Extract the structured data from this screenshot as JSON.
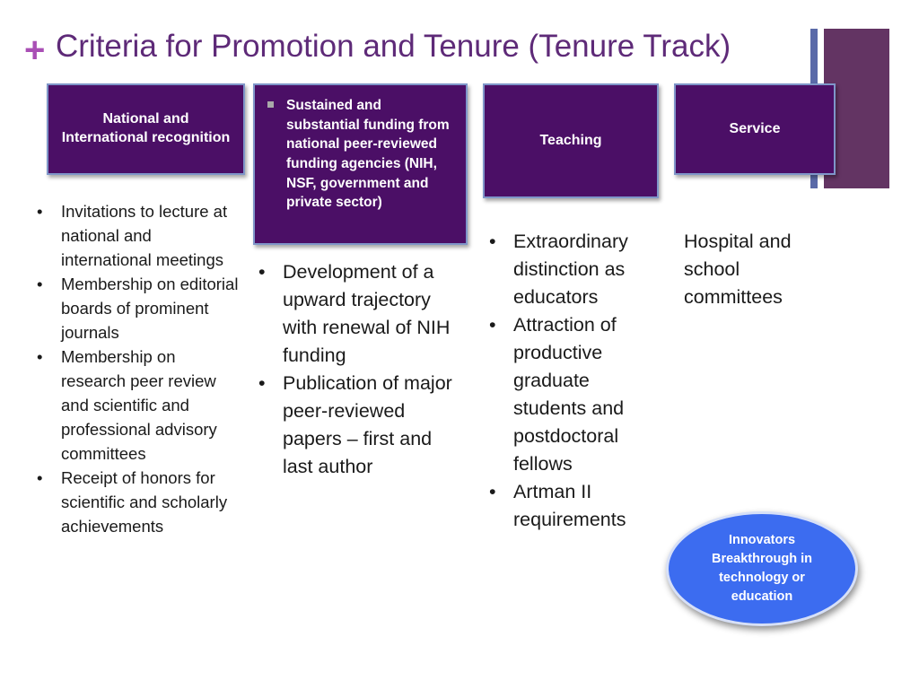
{
  "slide": {
    "plus_symbol": "+",
    "title": "Criteria for Promotion and Tenure (Tenure Track)"
  },
  "columns": [
    {
      "header": "National and International recognition",
      "bullets": [
        "Invitations to lecture at national and international meetings",
        "Membership on editorial boards of prominent journals",
        "Membership on research peer review and scientific and professional advisory committees",
        "Receipt of honors for scientific and scholarly achievements"
      ]
    },
    {
      "header": "Sustained and substantial funding from national peer-reviewed funding agencies (NIH, NSF, government and private sector)",
      "bullets": [
        "Development of a upward trajectory with renewal of NIH funding",
        "Publication of major peer-reviewed papers – first and last author"
      ]
    },
    {
      "header": "Teaching",
      "bullets": [
        "Extraordinary distinction as educators",
        "Attraction of productive graduate students and postdoctoral fellows",
        "Artman II requirements"
      ]
    },
    {
      "header": "Service",
      "text": "Hospital and school committees"
    }
  ],
  "callout": {
    "text": "Innovators Breakthrough in technology or education"
  },
  "colors": {
    "title": "#5e2a78",
    "box_fill": "#4b0f66",
    "box_border": "#7f96c9",
    "oval_fill": "#3c6cf0",
    "accent_plus": "#a94fb5"
  }
}
